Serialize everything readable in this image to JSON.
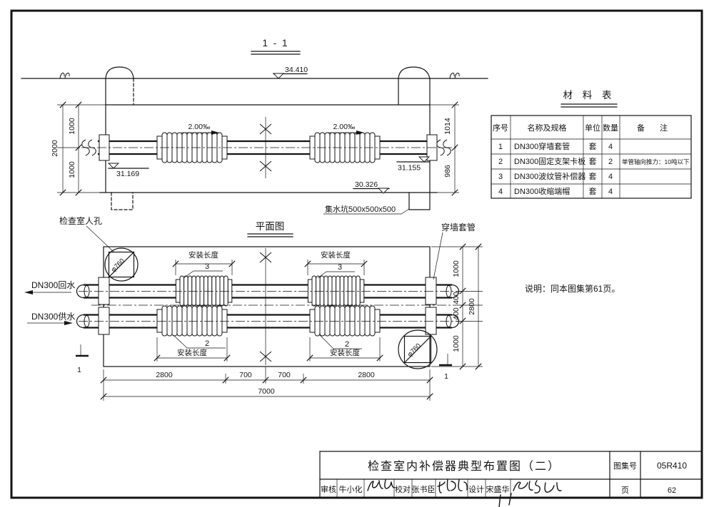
{
  "section": {
    "title": "1 - 1",
    "ground_elev": "34.410",
    "pipe_elev_left": "31.169",
    "pipe_elev_right": "31.155",
    "floor_elev": "30.326",
    "slope": "2.00‰",
    "sump_label": "集水坑500x500x500",
    "dim_left_total": "2000",
    "dim_left_upper": "1000",
    "dim_left_lower": "1000",
    "dim_right_upper": "1014",
    "dim_right_lower": "986"
  },
  "plan": {
    "title": "平面图",
    "manhole_label": "检查室人孔",
    "manhole_dia": "φ760",
    "sleeve_label": "穿墙套管",
    "pipe_return": "DN300回水",
    "pipe_supply": "DN300供水",
    "install_len": "安装长度",
    "callout_bellows": "3",
    "callout_clamp": "2",
    "section_mark": "1",
    "dim_right": [
      "1000",
      "400",
      "400",
      "1000",
      "2800"
    ],
    "dim_bottom": [
      "2800",
      "700",
      "700",
      "2800",
      "7000"
    ]
  },
  "note": "说明：同本图集第61页。",
  "material_table": {
    "title": "材 料 表",
    "headers": [
      "序号",
      "名称及规格",
      "单位",
      "数量",
      "备 注"
    ],
    "rows": [
      [
        "1",
        "DN300穿墙套管",
        "套",
        "4",
        ""
      ],
      [
        "2",
        "DN300固定支架卡板",
        "套",
        "2",
        "单管轴向推力：10吨以下"
      ],
      [
        "3",
        "DN300波纹管补偿器",
        "套",
        "4",
        ""
      ],
      [
        "4",
        "DN300收缩端帽",
        "套",
        "4",
        ""
      ]
    ]
  },
  "title_block": {
    "title": "检查室内补偿器典型布置图（二）",
    "atlas_label": "图集号",
    "atlas_no": "05R410",
    "page_label": "页",
    "page_no": "62",
    "reviewer_label": "审核",
    "reviewer": "牛小化",
    "checker_label": "校对",
    "checker": "张书臣",
    "designer_label": "设计",
    "designer": "宋盛华"
  }
}
